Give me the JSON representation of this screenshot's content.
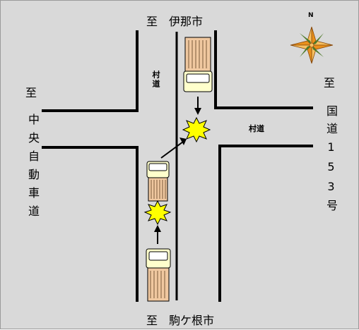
{
  "labels": {
    "top_destination": "至　伊那市",
    "bottom_destination": "至　駒ケ根市",
    "left_destination_prefix": "至",
    "left_destination": "中央自動車道",
    "right_destination_prefix": "至",
    "right_destination": "国道153号",
    "village_road_vertical": "村道",
    "village_road_horizontal": "村道",
    "compass_north": "N"
  },
  "colors": {
    "background": "#d9d9d9",
    "road_edge": "#000000",
    "truck_cargo": "#f0c8a0",
    "truck_cab": "#ffffcc",
    "collision_fill": "#ffff00",
    "compass_orange": "#e8901c",
    "compass_green": "#4e7a2a"
  },
  "icons": [
    "compass-rose-icon",
    "collision-burst-icon",
    "truck-icon",
    "arrow-icon"
  ]
}
